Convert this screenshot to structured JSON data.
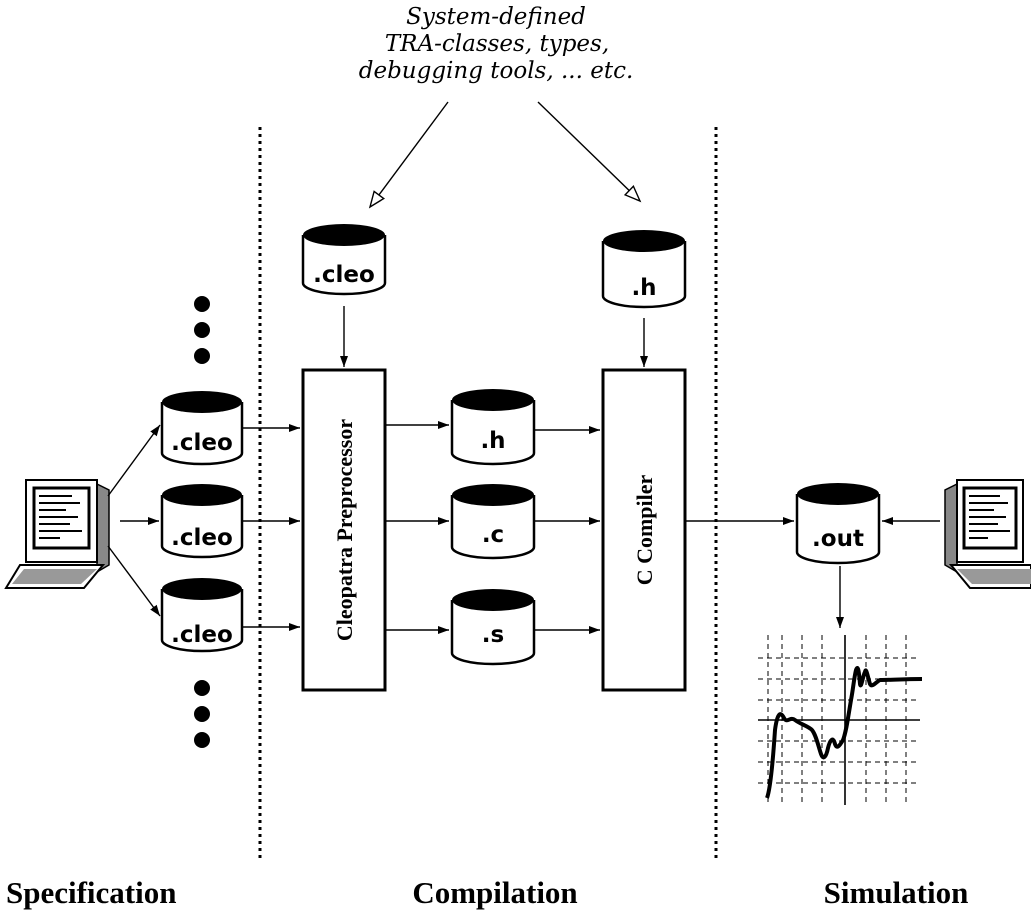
{
  "annotation": {
    "lines": [
      "System-defined",
      "TRA-classes, types,",
      "debugging tools, ... etc."
    ]
  },
  "cylinders": {
    "lib_cleo": ".cleo",
    "lib_h": ".h",
    "spec_cleo_1": ".cleo",
    "spec_cleo_2": ".cleo",
    "spec_cleo_3": ".cleo",
    "gen_h": ".h",
    "gen_c": ".c",
    "gen_s": ".s",
    "out": ".out"
  },
  "boxes": {
    "preprocessor": "Cleopatra Preprocessor",
    "compiler": "C  Compiler"
  },
  "phases": {
    "specification": "Specification",
    "compilation": "Compilation",
    "simulation": "Simulation"
  },
  "icons": [
    "computer-terminal-icon",
    "database-cylinder-icon",
    "response-graph-icon",
    "ellipsis-dots-icon"
  ]
}
